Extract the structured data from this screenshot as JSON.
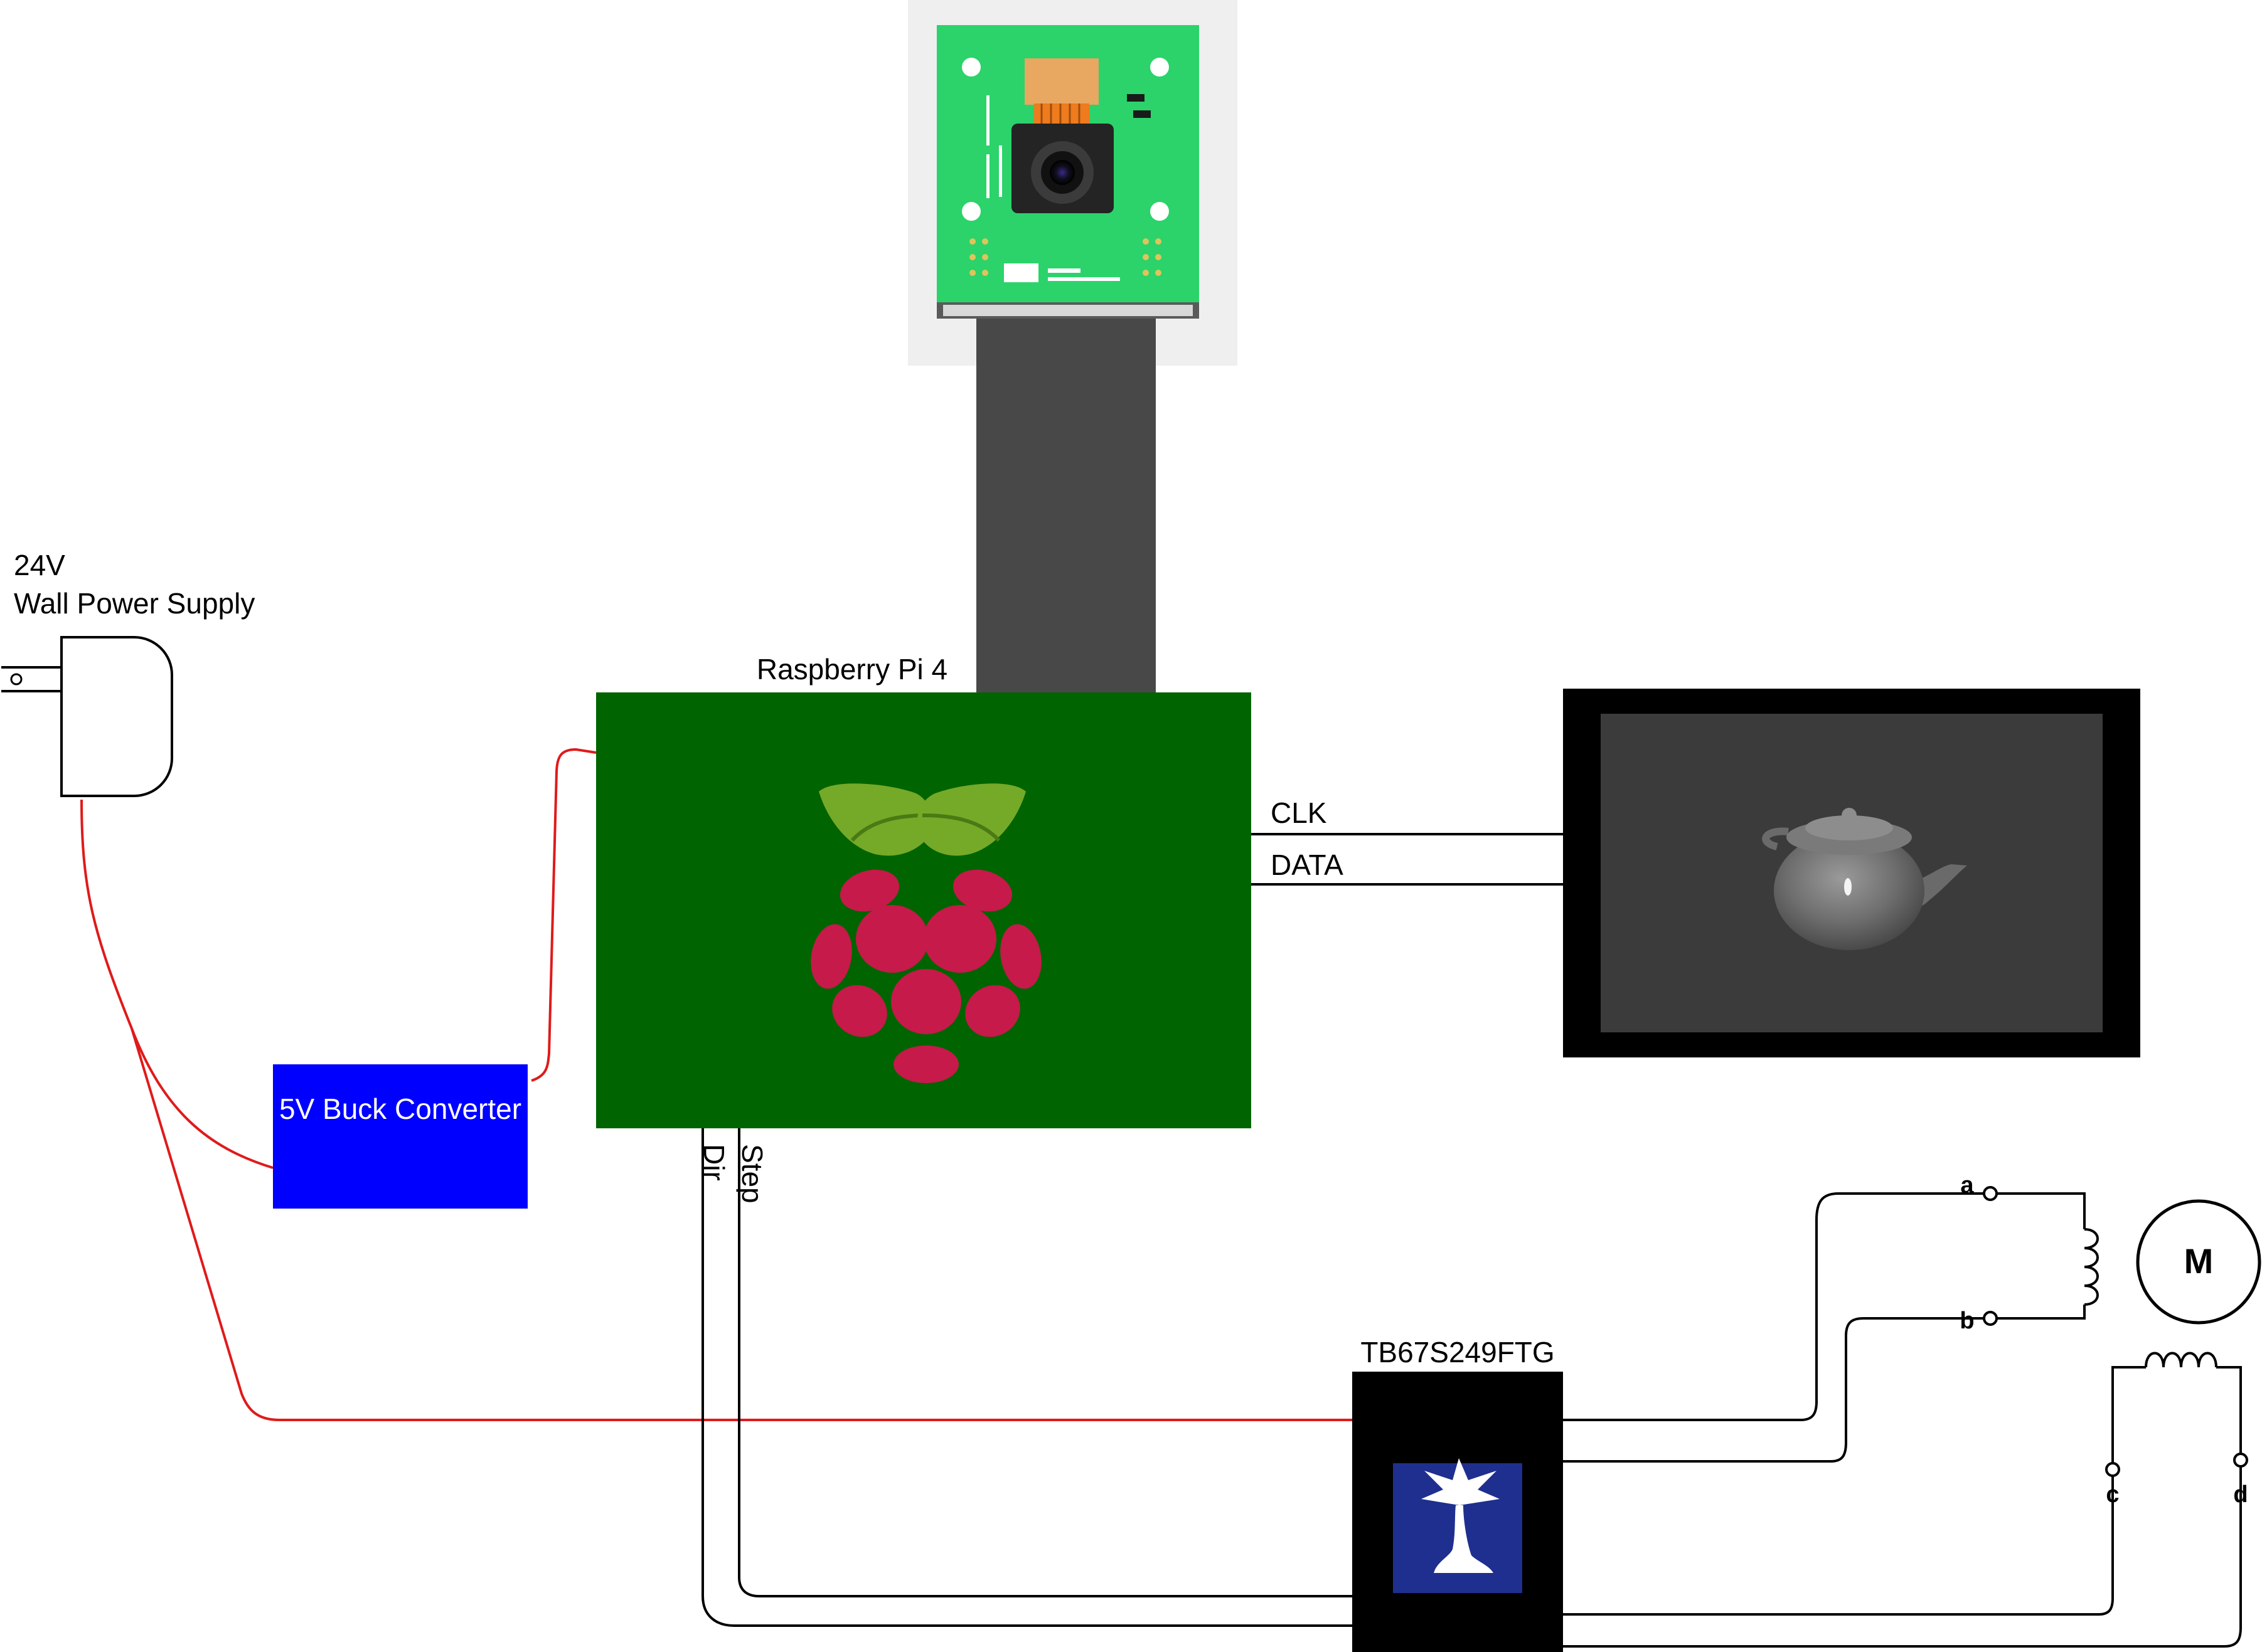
{
  "labels": {
    "power_supply_line1": "24V",
    "power_supply_line2": "Wall Power Supply",
    "buck_converter": "5V Buck Converter",
    "raspberry_pi": "Raspberry Pi 4",
    "clk": "CLK",
    "data": "DATA",
    "dir": "Dir",
    "step": "Step",
    "driver": "TB67S249FTG",
    "motor": "M",
    "terminal_a": "a",
    "terminal_b": "b",
    "terminal_c": "c",
    "terminal_d": "d"
  },
  "colors": {
    "pi_board": "#006400",
    "buck_converter": "#0000ff",
    "power_wire": "#e01a1a",
    "signal_wire": "#000000",
    "ribbon_cable": "#484848",
    "camera_pcb": "#2bd36a",
    "display_screen": "#3b3b3b",
    "driver_chip": "#000000",
    "driver_logo_bg": "#1f2f8f"
  },
  "icons": [
    "raspberry-pi-logo-icon",
    "camera-module-icon",
    "teapot-render-icon",
    "palm-tree-logo-icon",
    "wall-plug-icon",
    "motor-coil-icon"
  ]
}
